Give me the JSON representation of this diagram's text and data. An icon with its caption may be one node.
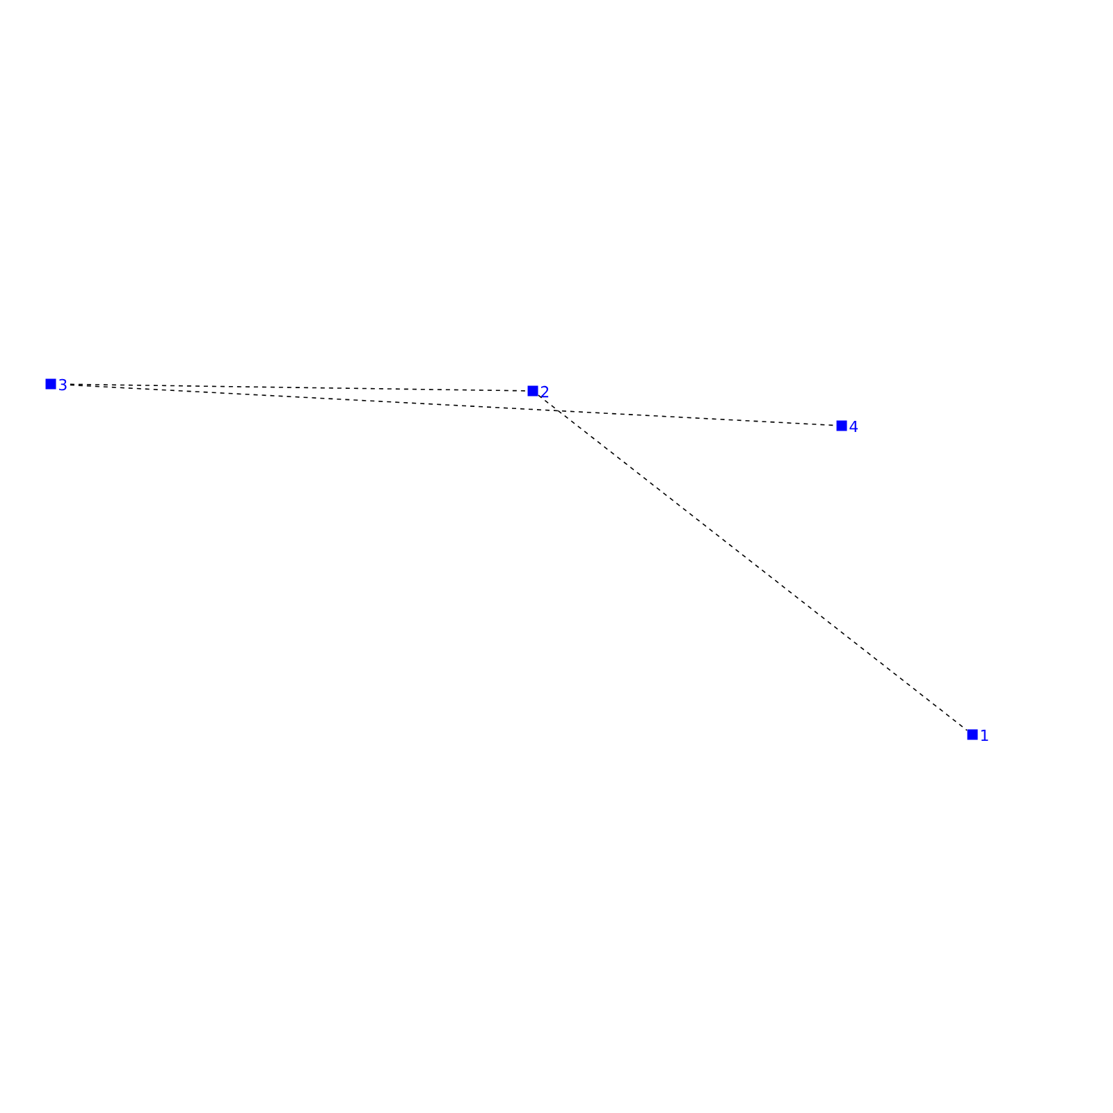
{
  "diagram": {
    "nodes": [
      {
        "text": [],
        "shape": "box",
        "beside": [
          "3"
        ]
      },
      {
        "text": [],
        "shape": "box",
        "beside": [
          "2"
        ]
      },
      {
        "text": [],
        "shape": "box",
        "beside": [
          "4"
        ]
      },
      {
        "text": [],
        "shape": "box",
        "beside": [
          "1"
        ]
      }
    ],
    "edges": [
      {
        "from": 0,
        "to": 1,
        "arrow": "none",
        "style": "dashed"
      },
      {
        "from": 0,
        "to": 2,
        "arrow": "none",
        "style": "dashed"
      },
      {
        "from": 1,
        "to": 3,
        "arrow": "none",
        "style": "dashed"
      }
    ]
  }
}
